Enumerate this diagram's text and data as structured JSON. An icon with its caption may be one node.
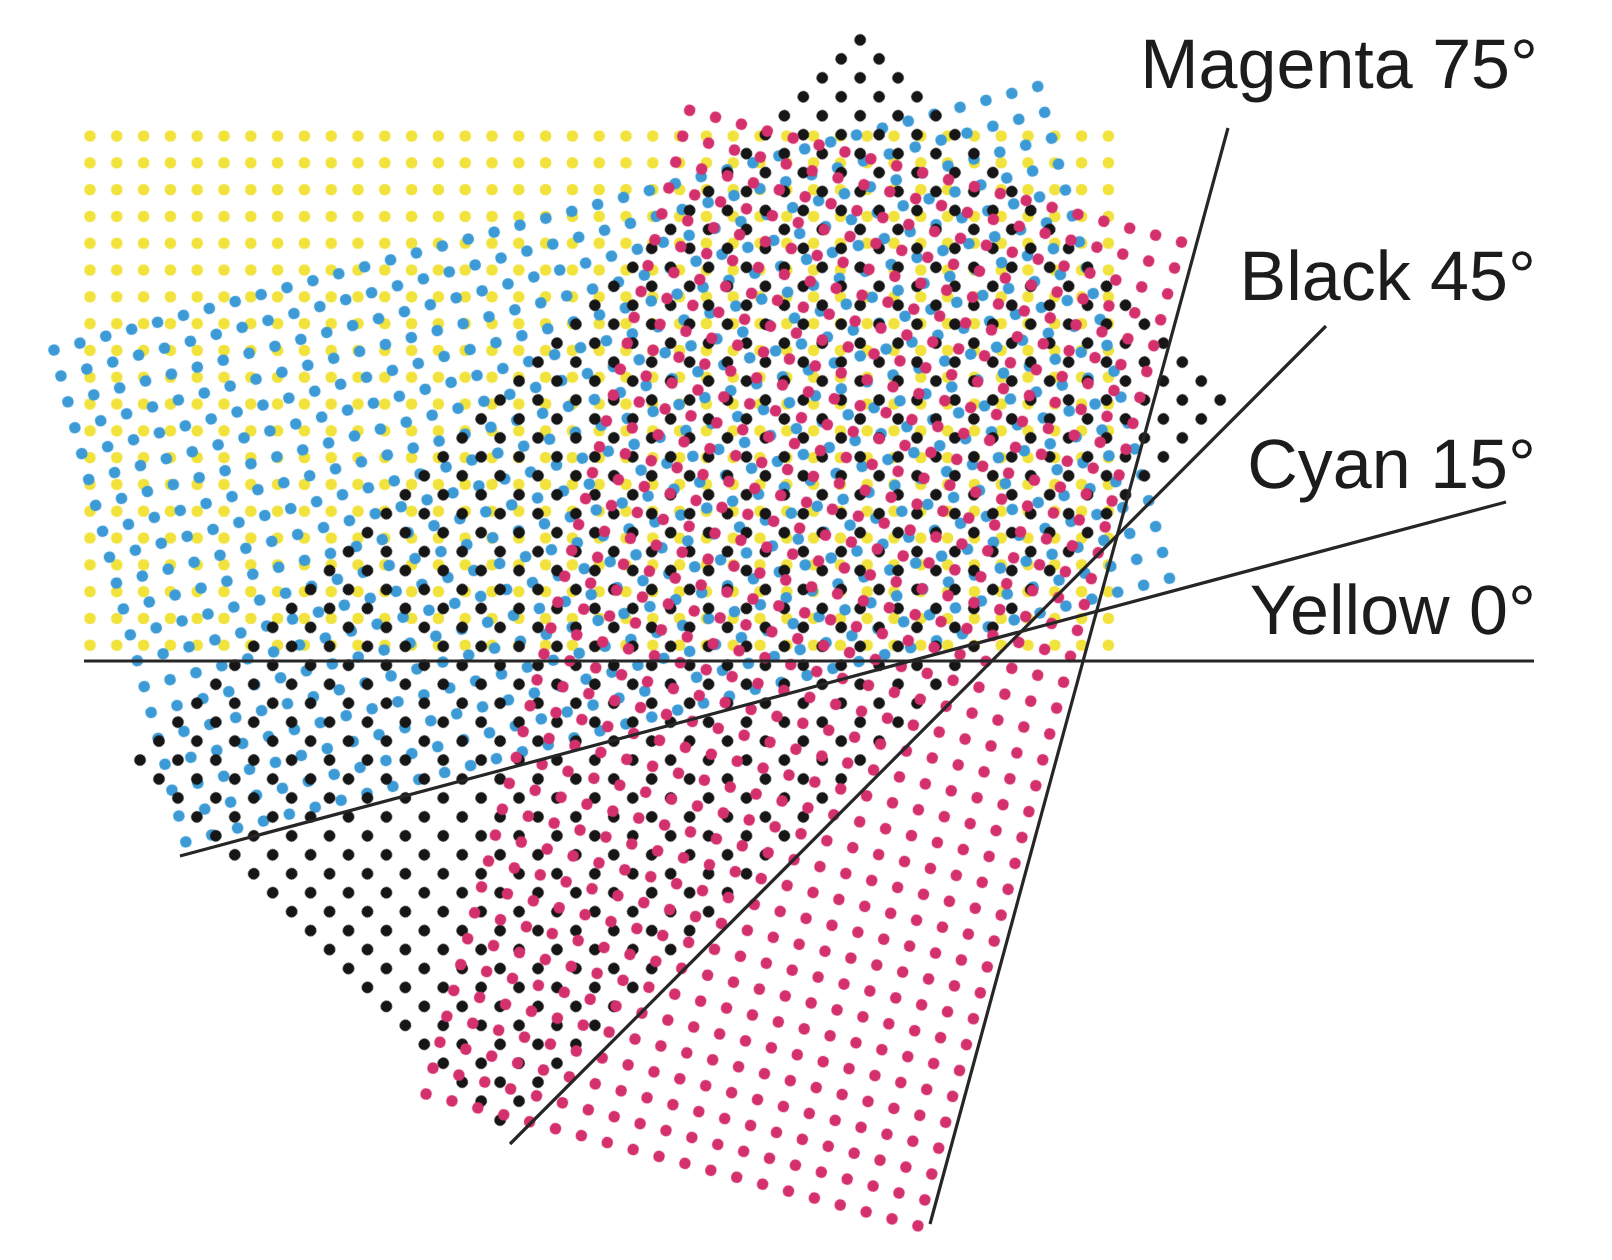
{
  "diagram": {
    "labels": [
      "Magenta 75°",
      "Black 45°",
      "Cyan 15°",
      "Yellow 0°"
    ]
  }
}
